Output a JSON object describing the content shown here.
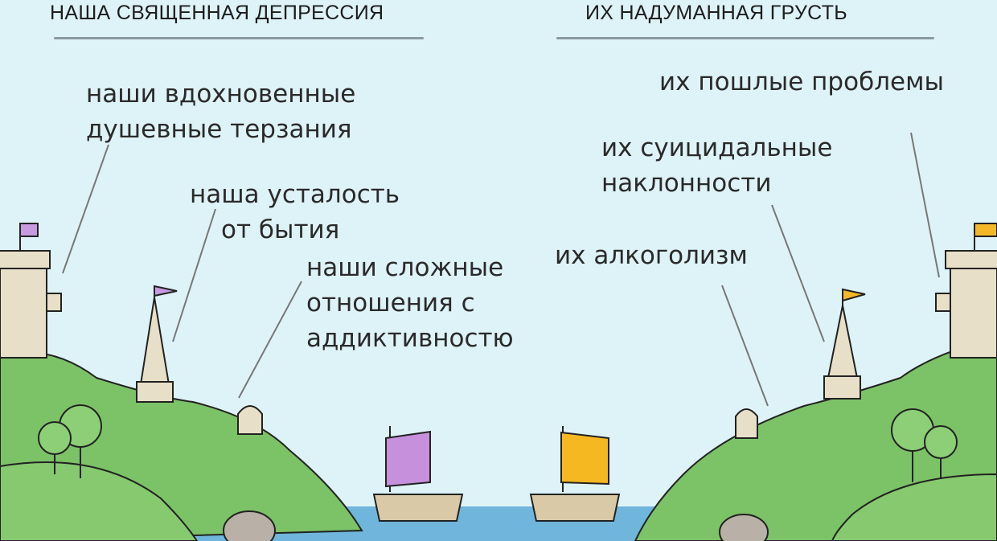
{
  "left": {
    "heading": "НАША СВЯЩЕННАЯ ДЕПРЕССИЯ",
    "labels": {
      "torment_1": "наши вдохновенные",
      "torment_2": "душевные терзания",
      "fatigue_1": "наша усталость",
      "fatigue_2": "от бытия",
      "relations_1": "наши сложные",
      "relations_2": "отношения с",
      "relations_3": "аддиктивностю"
    },
    "flag_color": "#c79be0",
    "sail_color": "#c690dc"
  },
  "right": {
    "heading": "ИХ НАДУМАННАЯ ГРУСТЬ",
    "labels": {
      "problems": "их пошлые проблемы",
      "suicidal_1": "их суицидальные",
      "suicidal_2": "наклонности",
      "alcoholism": "их алкоголизм"
    },
    "flag_color": "#f3b82a",
    "sail_color": "#f5b820"
  },
  "colors": {
    "sky": "#def3f8",
    "hill": "#7cc267",
    "water": "#6fb5dc"
  }
}
